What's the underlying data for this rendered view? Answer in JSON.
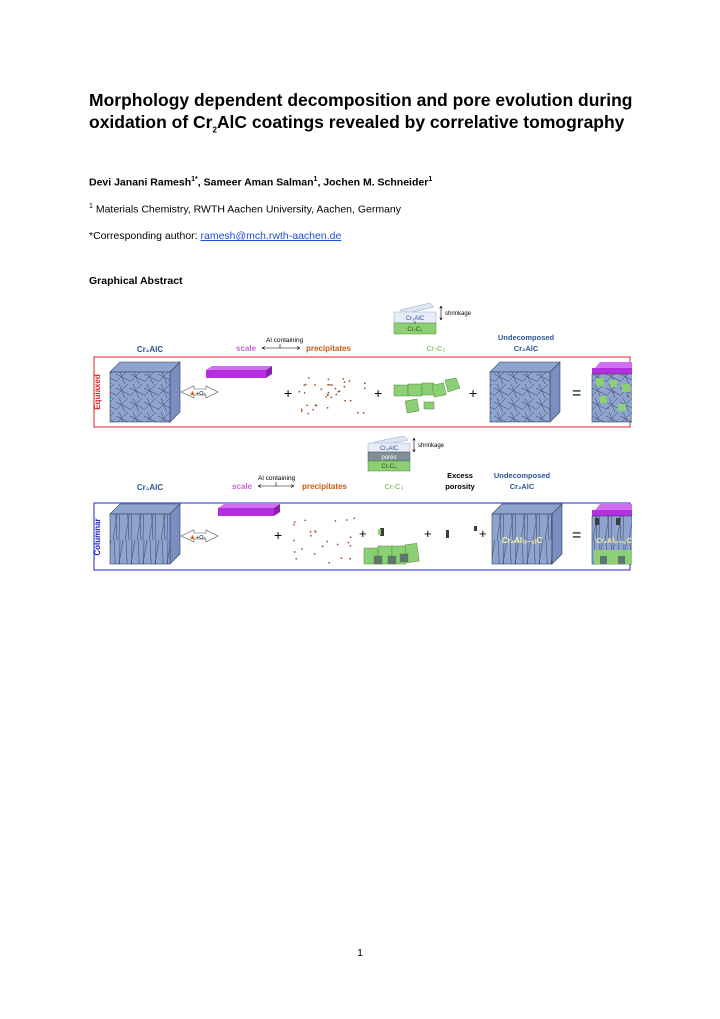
{
  "paper": {
    "title_part1": "Morphology dependent decomposition and pore evolution during oxidation of Cr",
    "title_sub": "2",
    "title_part2": "AlC coatings revealed by correlative tomography",
    "authors": [
      {
        "name": "Devi Janani Ramesh",
        "sup": "1*"
      },
      {
        "name": "Sameer Aman Salman",
        "sup": "1"
      },
      {
        "name": "Jochen M. Schneider",
        "sup": "1"
      }
    ],
    "affiliation_sup": "1",
    "affiliation": "Materials Chemistry, RWTH Aachen University, Aachen, Germany",
    "corresponding_label": "*Corresponding author: ",
    "corresponding_email": "ramesh@mch.rwth-aachen.de",
    "section_heading": "Graphical Abstract",
    "page_number": "1"
  },
  "figure": {
    "colors": {
      "equiaxed_border": "#d9262c",
      "columnar_border": "#1d23c9",
      "cube": "#8fa3cf",
      "scale": "#b52ee0",
      "cr7c3": "#8ccf75",
      "precipitate": "#a0522d",
      "label_blue": "#2f5597",
      "label_purple": "#c86ad8",
      "label_orange": "#c55a11",
      "label_green": "#70ad47"
    },
    "equiaxed": {
      "row_label": "Equiaxed",
      "cr2alc": "Cr₂AlC",
      "al_containing": "Al containing",
      "scale": "scale",
      "precipitates": "precipitates",
      "cr7c3": "Cr₇C₃",
      "undecomposed_1": "Undecomposed",
      "undecomposed_2": "Cr₂AlC",
      "inset_top": "Cr₂AlC",
      "inset_bottom": "Cr₇C₃",
      "shrinkage": "shrinkage",
      "oxidation": "+O₂",
      "plus": "+",
      "equals": "="
    },
    "columnar": {
      "row_label": "Columnar",
      "cr2alc": "Cr₂AlC",
      "al_containing": "Al containing",
      "scale": "scale",
      "precipitates": "precipitates",
      "cr7c3": "Cr₇C₃",
      "excess_1": "Excess",
      "excess_2": "porosity",
      "undecomposed_1": "Undecomposed",
      "undecomposed_2": "Cr₂AlC",
      "inset_top": "Cr₂AlC",
      "inset_mid": "pores",
      "inset_bottom": "Cr₇C₃",
      "shrinkage": "shrinkage",
      "oxidation": "+O₂",
      "cube_label": "Cr₂Al₍₁₋ₓ₎C",
      "result_label": "Cr₂Al₍₁₋ₓ₎C",
      "plus": "+",
      "equals": "="
    }
  }
}
